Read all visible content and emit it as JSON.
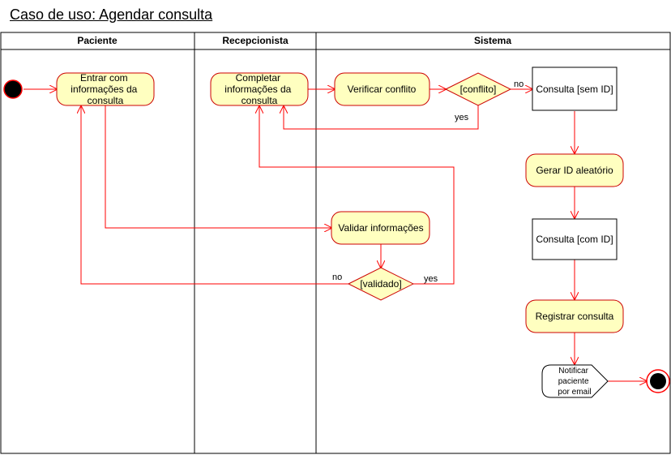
{
  "title": "Caso de uso: Agendar consulta",
  "lanes": [
    {
      "label": "Paciente"
    },
    {
      "label": "Recepcionista"
    },
    {
      "label": "Sistema"
    }
  ],
  "nodes": {
    "entrar": [
      "Entrar com",
      "informações da",
      "consulta"
    ],
    "completar": [
      "Completar",
      "informações da",
      "consulta"
    ],
    "verificar": "Verificar conflito",
    "conflito": "[conflito]",
    "sem_id": "Consulta [sem ID]",
    "gerar": "Gerar ID aleatório",
    "com_id": "Consulta [com ID]",
    "validar": "Validar informações",
    "validado": "[validado]",
    "registrar": "Registrar consulta",
    "notificar": [
      "Notificar",
      "paciente",
      "por email"
    ]
  },
  "edge_labels": {
    "conflito_no": "no",
    "conflito_yes": "yes",
    "validado_no": "no",
    "validado_yes": "yes"
  },
  "colors": {
    "node_fill": "#ffffc0",
    "node_stroke": "#cc0000",
    "edge": "#ff0000",
    "start_fill": "#000000",
    "object_stroke": "#000000"
  }
}
